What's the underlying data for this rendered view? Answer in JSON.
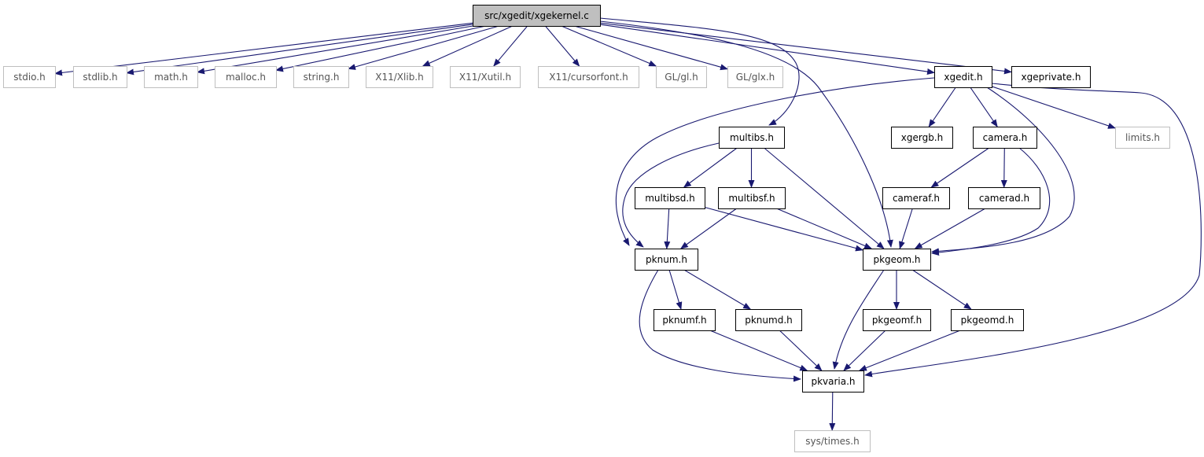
{
  "graph": {
    "root": "src/xgedit/xgekernel.c",
    "colors": {
      "edge": "#191970",
      "root_fill": "#bfbfbf",
      "system_border": "#bfbfbf",
      "local_border": "#000000"
    },
    "nodes": [
      {
        "id": "root",
        "label": "src/xgedit/xgekernel.c",
        "kind": "root"
      },
      {
        "id": "stdio",
        "label": "stdio.h",
        "kind": "system"
      },
      {
        "id": "stdlib",
        "label": "stdlib.h",
        "kind": "system"
      },
      {
        "id": "math",
        "label": "math.h",
        "kind": "system"
      },
      {
        "id": "malloc",
        "label": "malloc.h",
        "kind": "system"
      },
      {
        "id": "string",
        "label": "string.h",
        "kind": "system"
      },
      {
        "id": "xlib",
        "label": "X11/Xlib.h",
        "kind": "system"
      },
      {
        "id": "xutil",
        "label": "X11/Xutil.h",
        "kind": "system"
      },
      {
        "id": "cursorfont",
        "label": "X11/cursorfont.h",
        "kind": "system"
      },
      {
        "id": "gl",
        "label": "GL/gl.h",
        "kind": "system"
      },
      {
        "id": "glx",
        "label": "GL/glx.h",
        "kind": "system"
      },
      {
        "id": "xgedit",
        "label": "xgedit.h",
        "kind": "local"
      },
      {
        "id": "xgeprivate",
        "label": "xgeprivate.h",
        "kind": "local"
      },
      {
        "id": "multibs",
        "label": "multibs.h",
        "kind": "local"
      },
      {
        "id": "xgergb",
        "label": "xgergb.h",
        "kind": "local"
      },
      {
        "id": "camera",
        "label": "camera.h",
        "kind": "local"
      },
      {
        "id": "limits",
        "label": "limits.h",
        "kind": "system"
      },
      {
        "id": "multibsd",
        "label": "multibsd.h",
        "kind": "local"
      },
      {
        "id": "multibsf",
        "label": "multibsf.h",
        "kind": "local"
      },
      {
        "id": "cameraf",
        "label": "cameraf.h",
        "kind": "local"
      },
      {
        "id": "camerad",
        "label": "camerad.h",
        "kind": "local"
      },
      {
        "id": "pknum",
        "label": "pknum.h",
        "kind": "local"
      },
      {
        "id": "pkgeom",
        "label": "pkgeom.h",
        "kind": "local"
      },
      {
        "id": "pknumf",
        "label": "pknumf.h",
        "kind": "local"
      },
      {
        "id": "pknumd",
        "label": "pknumd.h",
        "kind": "local"
      },
      {
        "id": "pkgeomf",
        "label": "pkgeomf.h",
        "kind": "local"
      },
      {
        "id": "pkgeomd",
        "label": "pkgeomd.h",
        "kind": "local"
      },
      {
        "id": "pkvaria",
        "label": "pkvaria.h",
        "kind": "local"
      },
      {
        "id": "systimes",
        "label": "sys/times.h",
        "kind": "system"
      }
    ],
    "edges": [
      {
        "from": "root",
        "to": "stdio"
      },
      {
        "from": "root",
        "to": "stdlib"
      },
      {
        "from": "root",
        "to": "math"
      },
      {
        "from": "root",
        "to": "malloc"
      },
      {
        "from": "root",
        "to": "string"
      },
      {
        "from": "root",
        "to": "xlib"
      },
      {
        "from": "root",
        "to": "xutil"
      },
      {
        "from": "root",
        "to": "cursorfont"
      },
      {
        "from": "root",
        "to": "gl"
      },
      {
        "from": "root",
        "to": "glx"
      },
      {
        "from": "root",
        "to": "xgedit"
      },
      {
        "from": "root",
        "to": "xgeprivate"
      },
      {
        "from": "root",
        "to": "multibs"
      },
      {
        "from": "root",
        "to": "pkgeom"
      },
      {
        "from": "xgedit",
        "to": "pknum"
      },
      {
        "from": "xgedit",
        "to": "xgergb"
      },
      {
        "from": "xgedit",
        "to": "camera"
      },
      {
        "from": "xgedit",
        "to": "limits"
      },
      {
        "from": "xgedit",
        "to": "pkgeom"
      },
      {
        "from": "xgedit",
        "to": "pkvaria"
      },
      {
        "from": "multibs",
        "to": "multibsd"
      },
      {
        "from": "multibs",
        "to": "multibsf"
      },
      {
        "from": "multibs",
        "to": "pknum"
      },
      {
        "from": "multibs",
        "to": "pkgeom"
      },
      {
        "from": "camera",
        "to": "cameraf"
      },
      {
        "from": "camera",
        "to": "camerad"
      },
      {
        "from": "camera",
        "to": "pkgeom"
      },
      {
        "from": "multibsd",
        "to": "pknum"
      },
      {
        "from": "multibsd",
        "to": "pkgeom"
      },
      {
        "from": "multibsf",
        "to": "pknum"
      },
      {
        "from": "multibsf",
        "to": "pkgeom"
      },
      {
        "from": "cameraf",
        "to": "pkgeom"
      },
      {
        "from": "camerad",
        "to": "pkgeom"
      },
      {
        "from": "pknum",
        "to": "pknumf"
      },
      {
        "from": "pknum",
        "to": "pknumd"
      },
      {
        "from": "pknum",
        "to": "pkvaria"
      },
      {
        "from": "pkgeom",
        "to": "pkgeomf"
      },
      {
        "from": "pkgeom",
        "to": "pkgeomd"
      },
      {
        "from": "pkgeom",
        "to": "pkvaria"
      },
      {
        "from": "pknumf",
        "to": "pkvaria"
      },
      {
        "from": "pknumd",
        "to": "pkvaria"
      },
      {
        "from": "pkgeomf",
        "to": "pkvaria"
      },
      {
        "from": "pkgeomd",
        "to": "pkvaria"
      },
      {
        "from": "pkvaria",
        "to": "systimes"
      }
    ]
  }
}
